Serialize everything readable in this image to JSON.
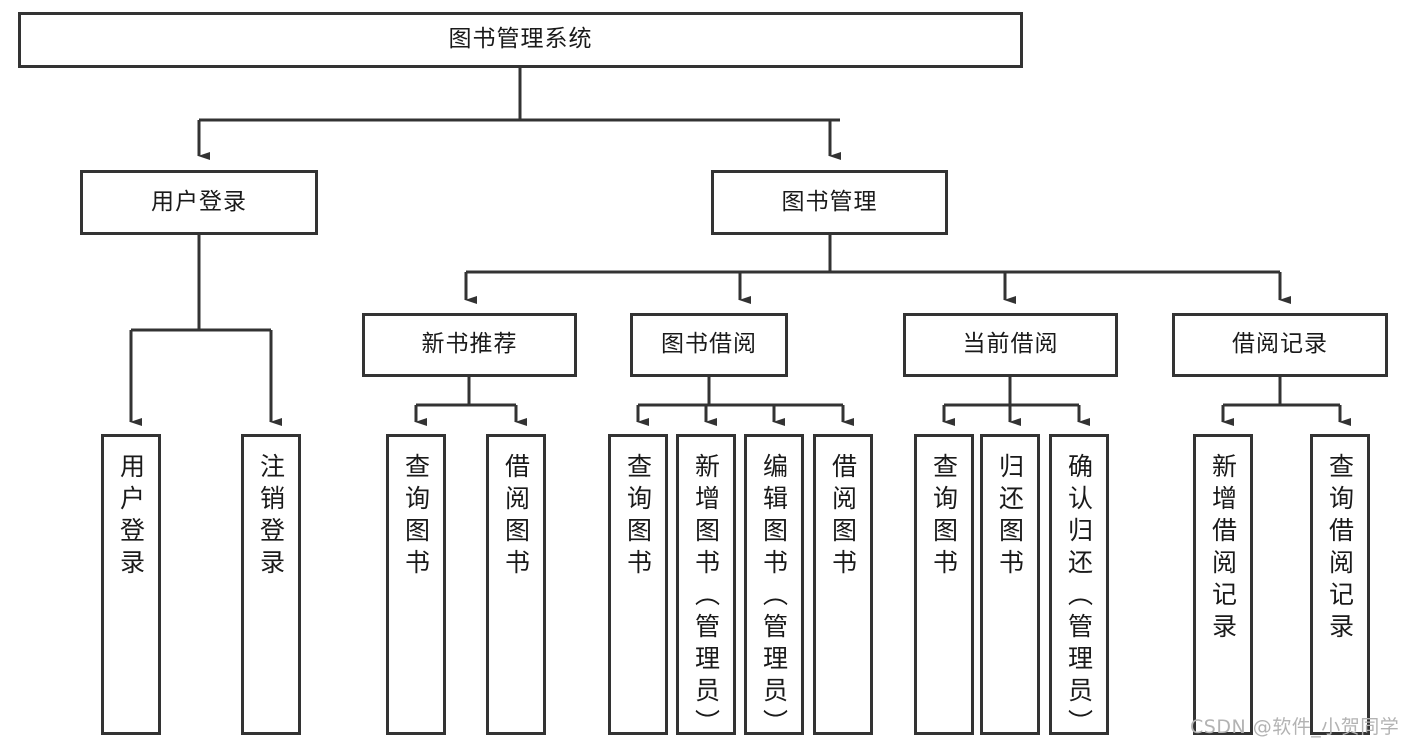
{
  "diagram": {
    "title": "图书管理系统",
    "type": "hierarchy-tree",
    "watermark": "CSDN @软件_小贺同学",
    "colors": {
      "background": "#ffffff",
      "border": "#333333",
      "text": "#1a1a1a",
      "connector": "#333333",
      "watermark": "#b3b3b3"
    },
    "levels": {
      "root": "图书管理系统",
      "level2": [
        "用户登录",
        "图书管理"
      ],
      "level3": [
        "新书推荐",
        "图书借阅",
        "当前借阅",
        "借阅记录"
      ],
      "leaves": [
        "用户登录",
        "注销登录",
        "查询图书",
        "借阅图书",
        "查询图书",
        "新增图书（管理员）",
        "编辑图书（管理员）",
        "借阅图书",
        "查询图书",
        "归还图书",
        "确认归还（管理员）",
        "新增借阅记录",
        "查询借阅记录"
      ]
    },
    "nodes": {
      "root": {
        "label": "图书管理系统"
      },
      "user_login": {
        "label": "用户登录"
      },
      "book_mgmt": {
        "label": "图书管理"
      },
      "new_book_rec": {
        "label": "新书推荐"
      },
      "book_borrow": {
        "label": "图书借阅"
      },
      "current_borrow": {
        "label": "当前借阅"
      },
      "borrow_record": {
        "label": "借阅记录"
      },
      "leaf_user_login": {
        "label": "用户登录"
      },
      "leaf_user_logout": {
        "label": "注销登录"
      },
      "leaf_rec_query": {
        "label": "查询图书"
      },
      "leaf_rec_borrow": {
        "label": "借阅图书"
      },
      "leaf_borrow_query": {
        "label": "查询图书"
      },
      "leaf_borrow_add": {
        "label": "新增图书（管理员）"
      },
      "leaf_borrow_edit": {
        "label": "编辑图书（管理员）"
      },
      "leaf_borrow_do": {
        "label": "借阅图书"
      },
      "leaf_cur_query": {
        "label": "查询图书"
      },
      "leaf_cur_return": {
        "label": "归还图书"
      },
      "leaf_cur_confirm": {
        "label": "确认归还（管理员）"
      },
      "leaf_rec_add": {
        "label": "新增借阅记录"
      },
      "leaf_rec_search": {
        "label": "查询借阅记录"
      }
    }
  }
}
